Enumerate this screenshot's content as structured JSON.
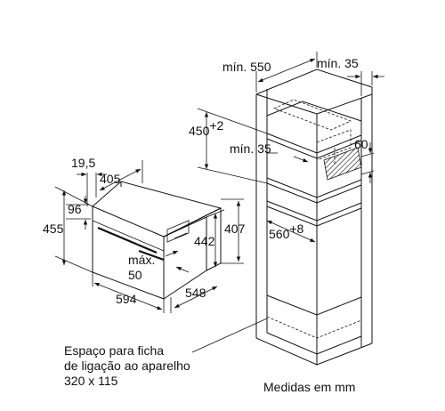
{
  "dimensions": {
    "oven_width": "594",
    "oven_depth": "548",
    "oven_height": "455",
    "front_panel_height": "96",
    "inner_body_height": "442",
    "niche_height": "407",
    "max_clearance_label": "máx.",
    "max_clearance_value": "50",
    "body_depth": "405",
    "front_thickness": "19,5",
    "cabinet_width_label": "mín. 550",
    "cabinet_gap_label": "mín. 35",
    "niche_height_label": "450",
    "niche_height_sup": "+2",
    "inner_gap_label": "mín. 35",
    "vent_label": "60",
    "niche_width_label": "560",
    "niche_width_sup": "+8"
  },
  "notes": {
    "socket_line1": "Espaço para ficha",
    "socket_line2": "de ligação ao aparelho",
    "socket_line3": "320 x 115",
    "units": "Medidas em mm"
  }
}
